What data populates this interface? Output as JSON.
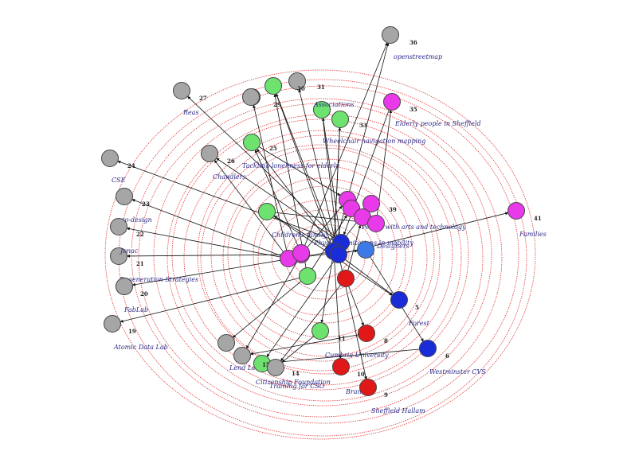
{
  "colors": {
    "background": "#ffffff",
    "ring": "#e23b3b",
    "edge": "#111111",
    "label": "#2a2a88",
    "gray": "#a6a6a6",
    "green": "#6ee26e",
    "magenta": "#e83ae8",
    "blue": "#1a2bd8",
    "lightblue": "#3d7ae8",
    "red": "#e01818"
  },
  "nodes": [
    {
      "id": "n36",
      "num": "36",
      "label": "openstreetmap",
      "color": "gray"
    },
    {
      "id": "n27",
      "num": "27",
      "label": "Reas",
      "color": "gray"
    },
    {
      "id": "n29",
      "num": "29",
      "label": "",
      "color": "green"
    },
    {
      "id": "n30",
      "num": "30",
      "label": "",
      "color": "gray"
    },
    {
      "id": "n31",
      "num": "31",
      "label": "",
      "color": "gray"
    },
    {
      "id": "n28",
      "num": "",
      "label": "",
      "color": "gray"
    },
    {
      "id": "nA",
      "num": "",
      "label": "Associations",
      "color": "green"
    },
    {
      "id": "n33",
      "num": "33",
      "label": "Wheelchair navigation mapping",
      "color": "green"
    },
    {
      "id": "n35",
      "num": "35",
      "label": "Elderly people in Sheffield",
      "color": "magenta"
    },
    {
      "id": "n25",
      "num": "25",
      "label": "Tackling loneliness for elderly",
      "color": "green"
    },
    {
      "id": "n26",
      "num": "26",
      "label": "Chandlers",
      "color": "gray"
    },
    {
      "id": "n24",
      "num": "24",
      "label": "CSE",
      "color": "gray"
    },
    {
      "id": "n23",
      "num": "23",
      "label": "co-design",
      "color": "gray"
    },
    {
      "id": "n22",
      "num": "22",
      "label": "",
      "color": "gray"
    },
    {
      "id": "n21",
      "num": "21",
      "label": "Jonac",
      "color": "gray"
    },
    {
      "id": "n20",
      "num": "20",
      "label": "Regeneration Strategies",
      "color": "gray"
    },
    {
      "id": "n19",
      "num": "19",
      "label": "Atomic Data Lab",
      "color": "gray"
    },
    {
      "id": "nFL",
      "num": "",
      "label": "FabLab",
      "color": "gray"
    },
    {
      "id": "n41",
      "num": "41",
      "label": "Families",
      "color": "magenta"
    },
    {
      "id": "n39",
      "num": "39",
      "label": "People with arts and technology",
      "color": "magenta"
    },
    {
      "id": "m1",
      "num": "",
      "label": "",
      "color": "magenta"
    },
    {
      "id": "m2",
      "num": "",
      "label": "",
      "color": "magenta"
    },
    {
      "id": "m3",
      "num": "",
      "label": "",
      "color": "magenta"
    },
    {
      "id": "m4",
      "num": "",
      "label": "",
      "color": "magenta"
    },
    {
      "id": "m5",
      "num": "",
      "label": "Physical limitations in mobility",
      "color": "magenta"
    },
    {
      "id": "m6",
      "num": "",
      "label": "",
      "color": "magenta"
    },
    {
      "id": "m7",
      "num": "",
      "label": "",
      "color": "magenta"
    },
    {
      "id": "gCF",
      "num": "",
      "label": "Children's family",
      "color": "green"
    },
    {
      "id": "b1",
      "num": "",
      "label": "",
      "color": "blue"
    },
    {
      "id": "b2",
      "num": "",
      "label": "",
      "color": "blue"
    },
    {
      "id": "b3",
      "num": "",
      "label": "",
      "color": "blue"
    },
    {
      "id": "lbD",
      "num": "",
      "label": "Designers",
      "color": "lightblue"
    },
    {
      "id": "g1",
      "num": "",
      "label": "",
      "color": "green"
    },
    {
      "id": "r1",
      "num": "",
      "label": "",
      "color": "red"
    },
    {
      "id": "b5",
      "num": "5",
      "label": "Forest",
      "color": "blue"
    },
    {
      "id": "g11",
      "num": "11",
      "label": "",
      "color": "green"
    },
    {
      "id": "r8",
      "num": "8",
      "label": "Cumbria University",
      "color": "red"
    },
    {
      "id": "b6",
      "num": "6",
      "label": "Westminster CVS",
      "color": "blue"
    },
    {
      "id": "gL1",
      "num": "",
      "label": "",
      "color": "gray"
    },
    {
      "id": "gL2",
      "num": "",
      "label": "Lend Lease",
      "color": "gray"
    },
    {
      "id": "g15",
      "num": "15",
      "label": "Citizenship Foundation",
      "color": "green"
    },
    {
      "id": "n14",
      "num": "14",
      "label": "Training for CSO",
      "color": "gray"
    },
    {
      "id": "r10",
      "num": "10",
      "label": "Brand",
      "color": "red"
    },
    {
      "id": "r9",
      "num": "9",
      "label": "Sheffield Hallam",
      "color": "red"
    }
  ]
}
